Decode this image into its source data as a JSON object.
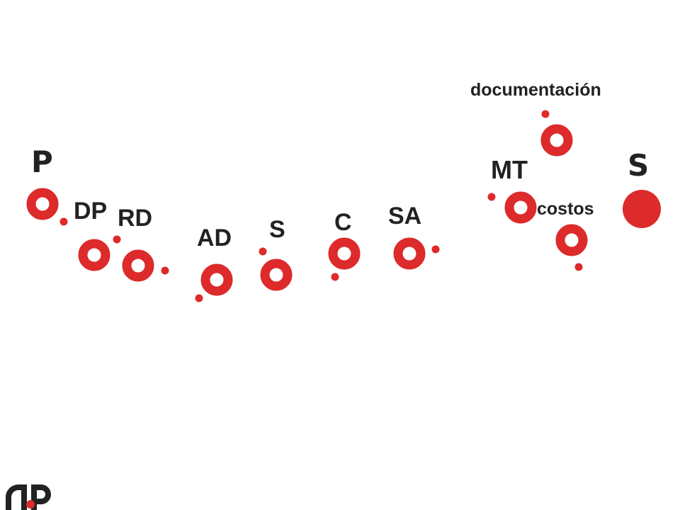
{
  "colors": {
    "accent": "#dd2a2a",
    "text": "#222222",
    "background": "#ffffff"
  },
  "diagram": {
    "nodes": [
      {
        "id": "p",
        "label": "P",
        "shape": "ring"
      },
      {
        "id": "dp",
        "label": "DP",
        "shape": "ring"
      },
      {
        "id": "rd",
        "label": "RD",
        "shape": "ring"
      },
      {
        "id": "ad",
        "label": "AD",
        "shape": "ring"
      },
      {
        "id": "s1",
        "label": "S",
        "shape": "ring"
      },
      {
        "id": "c",
        "label": "C",
        "shape": "ring"
      },
      {
        "id": "sa",
        "label": "SA",
        "shape": "ring"
      },
      {
        "id": "mt",
        "label": "MT",
        "shape": "ring"
      },
      {
        "id": "documentacion",
        "label": "documentación",
        "shape": "ring"
      },
      {
        "id": "costos",
        "label": "costos",
        "shape": "ring"
      },
      {
        "id": "s2",
        "label": "S",
        "shape": "filled"
      }
    ]
  },
  "logo": {
    "name": "dp-logo-icon"
  }
}
